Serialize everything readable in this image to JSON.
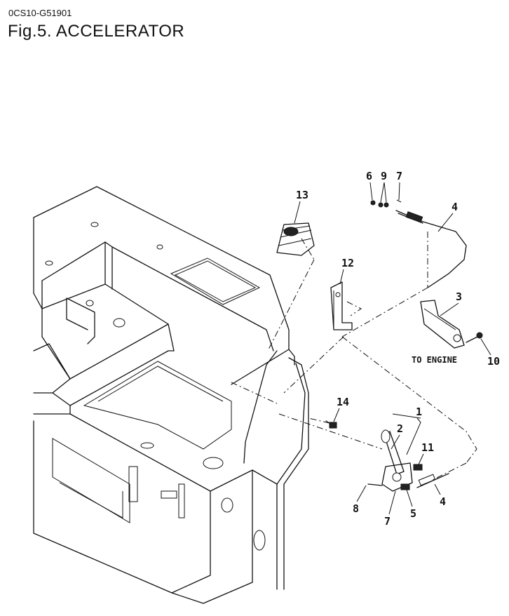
{
  "header": {
    "code": "0CS10-G51901",
    "title": "Fig.5.  ACCELERATOR"
  },
  "callouts": {
    "c1": "1",
    "c2": "2",
    "c3": "3",
    "c4a": "4",
    "c4b": "4",
    "c5": "5",
    "c6": "6",
    "c7a": "7",
    "c7b": "7",
    "c8": "8",
    "c9": "9",
    "c10": "10",
    "c11": "11",
    "c12": "12",
    "c13": "13",
    "c14": "14"
  },
  "labels": {
    "to_engine": "TO ENGINE"
  }
}
